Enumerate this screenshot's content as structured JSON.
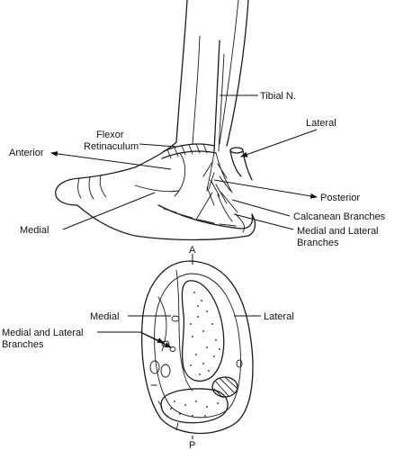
{
  "labels": {
    "tibial_n": "Tibial N.",
    "lateral_top": "Lateral",
    "flexor_1": "Flexor",
    "flexor_2": "Retinaculum",
    "anterior": "Anterior",
    "posterior": "Posterior",
    "calcanean": "Calcanean Branches",
    "ml_top_1": "Medial and Lateral",
    "ml_top_2": "Branches",
    "medial_top": "Medial",
    "letter_a": "A",
    "medial_bottom": "Medial",
    "lateral_bottom": "Lateral",
    "ml_bottom_1": "Medial and Lateral",
    "ml_bottom_2": "Branches",
    "letter_p": "P"
  },
  "colors": {
    "ink": "#1a1a1a",
    "background": "#ffffff"
  }
}
